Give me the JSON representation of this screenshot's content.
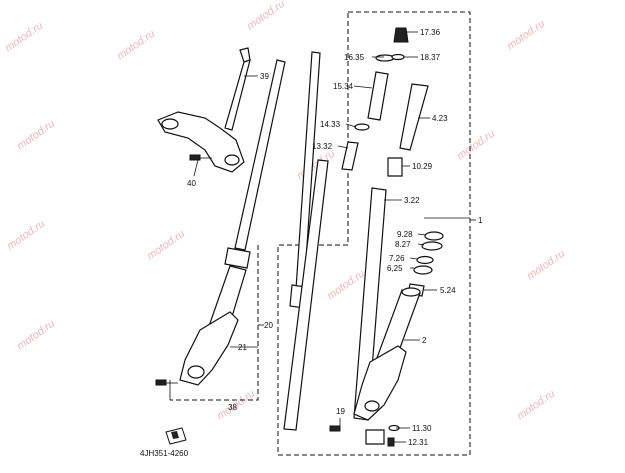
{
  "diagram": {
    "watermark_text": "motod.ru",
    "code": "4JH351-4260",
    "callouts": {
      "c1": "1",
      "c2": "2",
      "c3_22": "3.22",
      "c4_23": "4.23",
      "c5_24": "5.24",
      "c6_25": "6,25",
      "c7_26": "7.26",
      "c8_27": "8.27",
      "c9_28": "9.28",
      "c10_29": "10.29",
      "c11_30": "11.30",
      "c12_31": "12.31",
      "c13_32": "13.32",
      "c14_33": "14.33",
      "c15_34": "15.34",
      "c16_35": "16.35",
      "c17_36": "17.36",
      "c18_37": "18.37",
      "c19": "19",
      "c20": "20",
      "c21": "21",
      "c38": "38",
      "c39": "39",
      "c40": "40"
    }
  }
}
